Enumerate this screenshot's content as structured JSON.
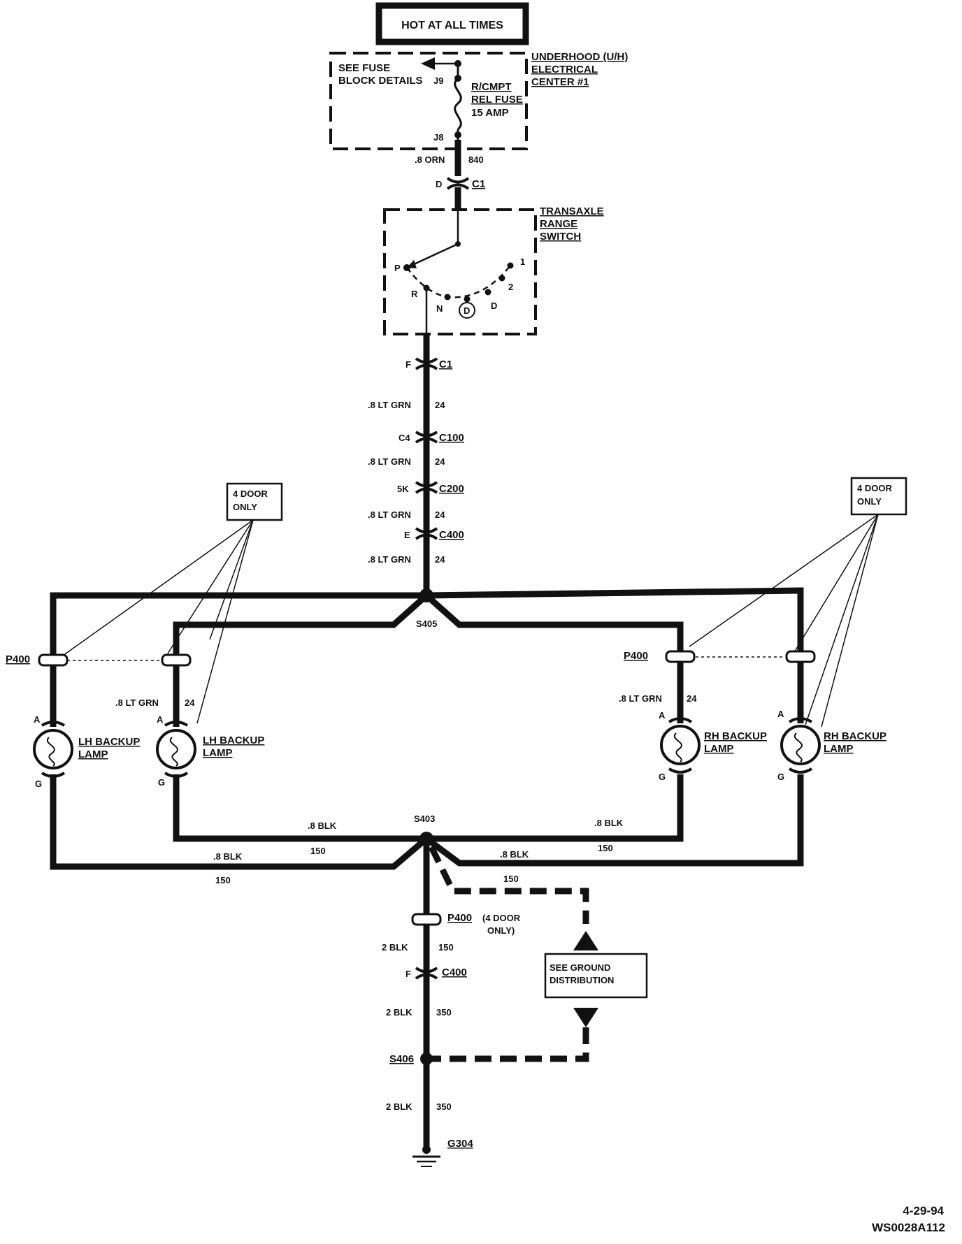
{
  "header": {
    "power_label": "HOT AT ALL TIMES"
  },
  "fuse_block": {
    "see_details": [
      "SEE FUSE",
      "BLOCK DETAILS"
    ],
    "center_name": [
      "UNDERHOOD (U/H)",
      "ELECTRICAL",
      "CENTER #1"
    ],
    "fuse_name": [
      "R/CMPT",
      "REL FUSE"
    ],
    "fuse_rating": "15 AMP",
    "pin_in": "J9",
    "pin_out": "J8"
  },
  "feed_wire": {
    "gauge_color": ".8 ORN",
    "circuit": "840"
  },
  "connector_c1_top": {
    "pin": "D",
    "name": "C1"
  },
  "range_switch": {
    "name": [
      "TRANSAXLE",
      "RANGE",
      "SWITCH"
    ],
    "positions": [
      "P",
      "R",
      "N",
      "D",
      "D",
      "2",
      "1"
    ]
  },
  "connector_c1_bottom": {
    "pin": "F",
    "name": "C1"
  },
  "main_run": [
    {
      "wire": ".8 LT GRN",
      "circuit": "24"
    },
    {
      "pin": "C4",
      "connector": "C100"
    },
    {
      "wire": ".8 LT GRN",
      "circuit": "24"
    },
    {
      "pin": "5K",
      "connector": "C200"
    },
    {
      "wire": ".8 LT GRN",
      "circuit": "24"
    },
    {
      "pin": "E",
      "connector": "C400"
    },
    {
      "wire": ".8 LT GRN",
      "circuit": "24"
    }
  ],
  "option_note": [
    "4 DOOR",
    "ONLY"
  ],
  "splices": {
    "top": "S405",
    "bottom": "S403",
    "ground": "S406"
  },
  "lamp_connector": "P400",
  "lamps": {
    "lh": [
      "LH BACKUP",
      "LAMP"
    ],
    "rh": [
      "RH BACKUP",
      "LAMP"
    ],
    "pin_a": "A",
    "pin_g": "G",
    "wire": ".8 LT GRN",
    "circuit": "24"
  },
  "ground_wires": {
    "wire": ".8 BLK",
    "circuit": "150"
  },
  "ground_run": {
    "p400_label": "P400",
    "p400_note": [
      "(4 DOOR",
      "ONLY)"
    ],
    "wire_a": "2 BLK",
    "circuit_a": "150",
    "c400_pin": "F",
    "c400_name": "C400",
    "wire_b": "2 BLK",
    "circuit_b": "350",
    "wire_c": "2 BLK",
    "circuit_c": "350",
    "ground_name": "G304"
  },
  "ground_distribution": [
    "SEE GROUND",
    "DISTRIBUTION"
  ],
  "figure_date": "4-29-94",
  "figure_id": "WS0028A112"
}
